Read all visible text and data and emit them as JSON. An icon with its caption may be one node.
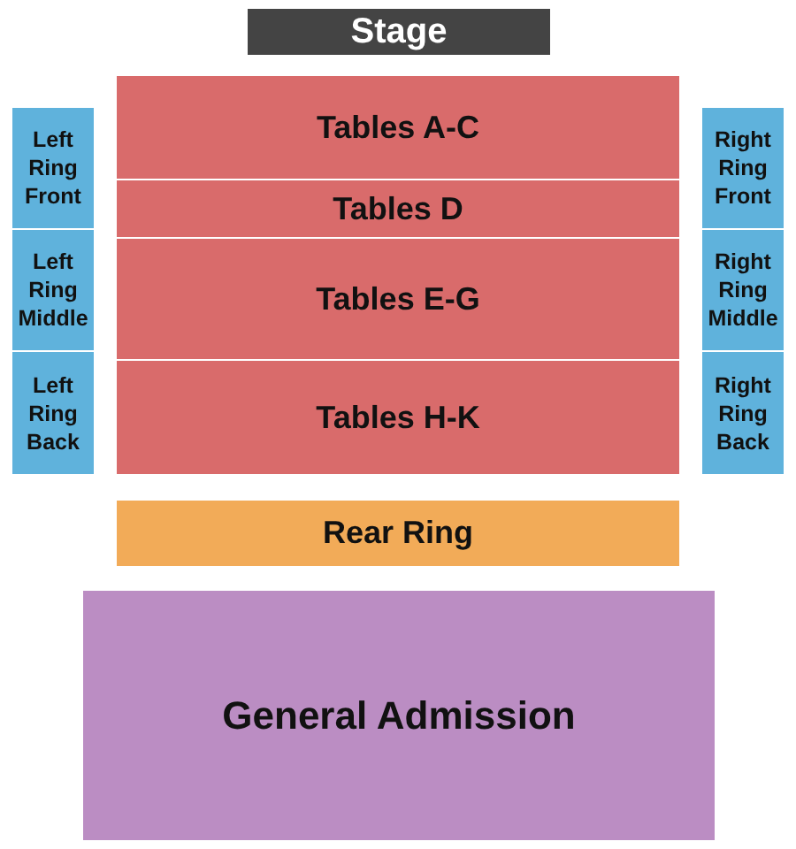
{
  "diagram": {
    "nodes": [
      {
        "text": [
          "Stage"
        ]
      },
      {
        "text": [
          "Left Ring Front"
        ]
      },
      {
        "text": [
          "Tables A-C"
        ]
      },
      {
        "text": [
          "Right Ring Front"
        ]
      },
      {
        "text": [
          "Tables D"
        ]
      },
      {
        "text": [
          "Left Ring Middle"
        ]
      },
      {
        "text": [
          "Tables E-G"
        ]
      },
      {
        "text": [
          "Right Ring Middle"
        ]
      },
      {
        "text": [
          "Left Ring Back"
        ]
      },
      {
        "text": [
          "Tables H-K"
        ]
      },
      {
        "text": [
          "Right Ring Back"
        ]
      },
      {
        "text": [
          "Rear Ring"
        ]
      },
      {
        "text": [
          "General Admission"
        ]
      }
    ]
  }
}
